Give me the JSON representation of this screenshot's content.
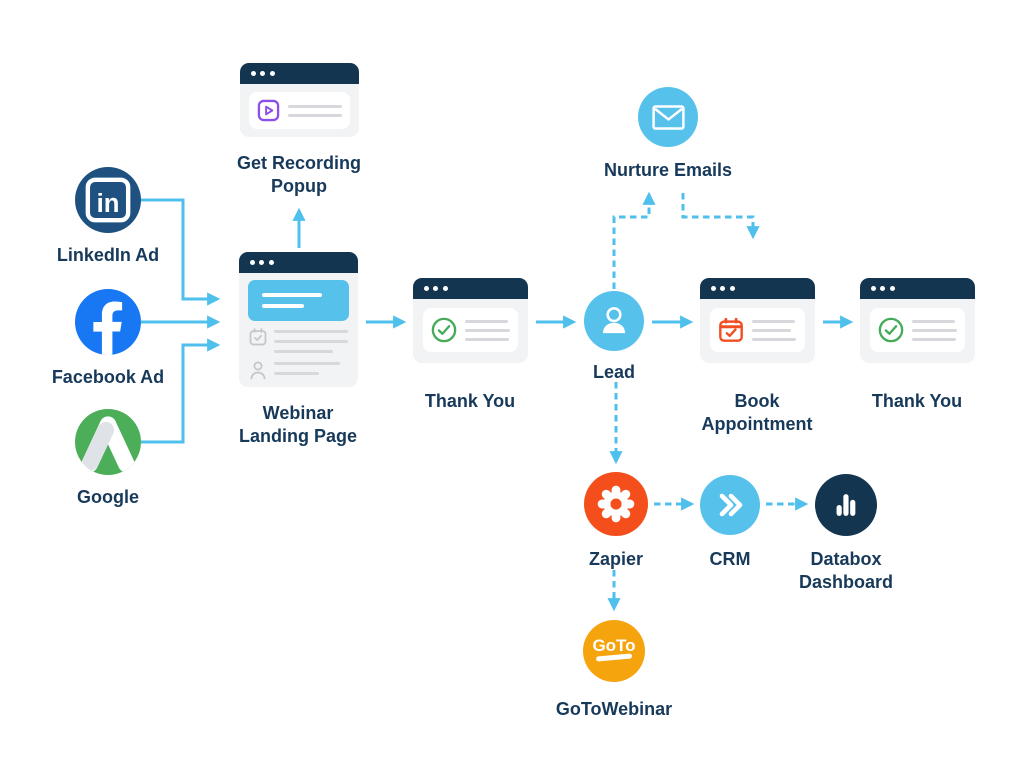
{
  "palette": {
    "arrow_blue": "#4FC0EC",
    "navy": "#14354F",
    "label_navy": "#17395A",
    "sky_blue": "#56C2EC",
    "linkedin_blue": "#1E5180",
    "facebook_blue": "#1877F2",
    "google_green": "#4CAE58",
    "zapier_orange": "#F44E1C",
    "calendar_orange": "#F04E23",
    "goto_amber": "#F6A40E",
    "check_green": "#45AB58",
    "play_purple": "#8B50E8",
    "browser_body": "#F2F3F5",
    "line_gray": "#D6D8DB"
  },
  "nodes": {
    "linkedin": {
      "label": "LinkedIn Ad",
      "logo_text": "in"
    },
    "facebook": {
      "label": "Facebook Ad"
    },
    "google": {
      "label": "Google"
    },
    "recording_popup": {
      "label": "Get Recording Popup"
    },
    "landing_page": {
      "label": "Webinar Landing Page"
    },
    "thank_you_1": {
      "label": "Thank You"
    },
    "lead": {
      "label": "Lead"
    },
    "nurture_emails": {
      "label": "Nurture Emails"
    },
    "book_appointment": {
      "label": "Book Appointment"
    },
    "thank_you_2": {
      "label": "Thank You"
    },
    "zapier": {
      "label": "Zapier"
    },
    "crm": {
      "label": "CRM"
    },
    "databox": {
      "label": "Databox Dashboard"
    },
    "gotowebinar": {
      "label": "GoToWebinar",
      "logo_text": "GoTo"
    }
  },
  "flow": {
    "edges": [
      {
        "from": "LinkedIn Ad",
        "to": "Webinar Landing Page",
        "style": "solid"
      },
      {
        "from": "Facebook Ad",
        "to": "Webinar Landing Page",
        "style": "solid"
      },
      {
        "from": "Google",
        "to": "Webinar Landing Page",
        "style": "solid"
      },
      {
        "from": "Webinar Landing Page",
        "to": "Get Recording Popup",
        "style": "solid"
      },
      {
        "from": "Webinar Landing Page",
        "to": "Thank You",
        "style": "solid"
      },
      {
        "from": "Thank You",
        "to": "Lead",
        "style": "solid"
      },
      {
        "from": "Lead",
        "to": "Nurture Emails",
        "style": "dashed"
      },
      {
        "from": "Nurture Emails",
        "to": "Book Appointment",
        "style": "dashed"
      },
      {
        "from": "Lead",
        "to": "Book Appointment",
        "style": "solid"
      },
      {
        "from": "Book Appointment",
        "to": "Thank You",
        "style": "solid"
      },
      {
        "from": "Lead",
        "to": "Zapier",
        "style": "dashed"
      },
      {
        "from": "Zapier",
        "to": "CRM",
        "style": "dashed"
      },
      {
        "from": "CRM",
        "to": "Databox Dashboard",
        "style": "dashed"
      },
      {
        "from": "Zapier",
        "to": "GoToWebinar",
        "style": "dashed"
      }
    ]
  }
}
